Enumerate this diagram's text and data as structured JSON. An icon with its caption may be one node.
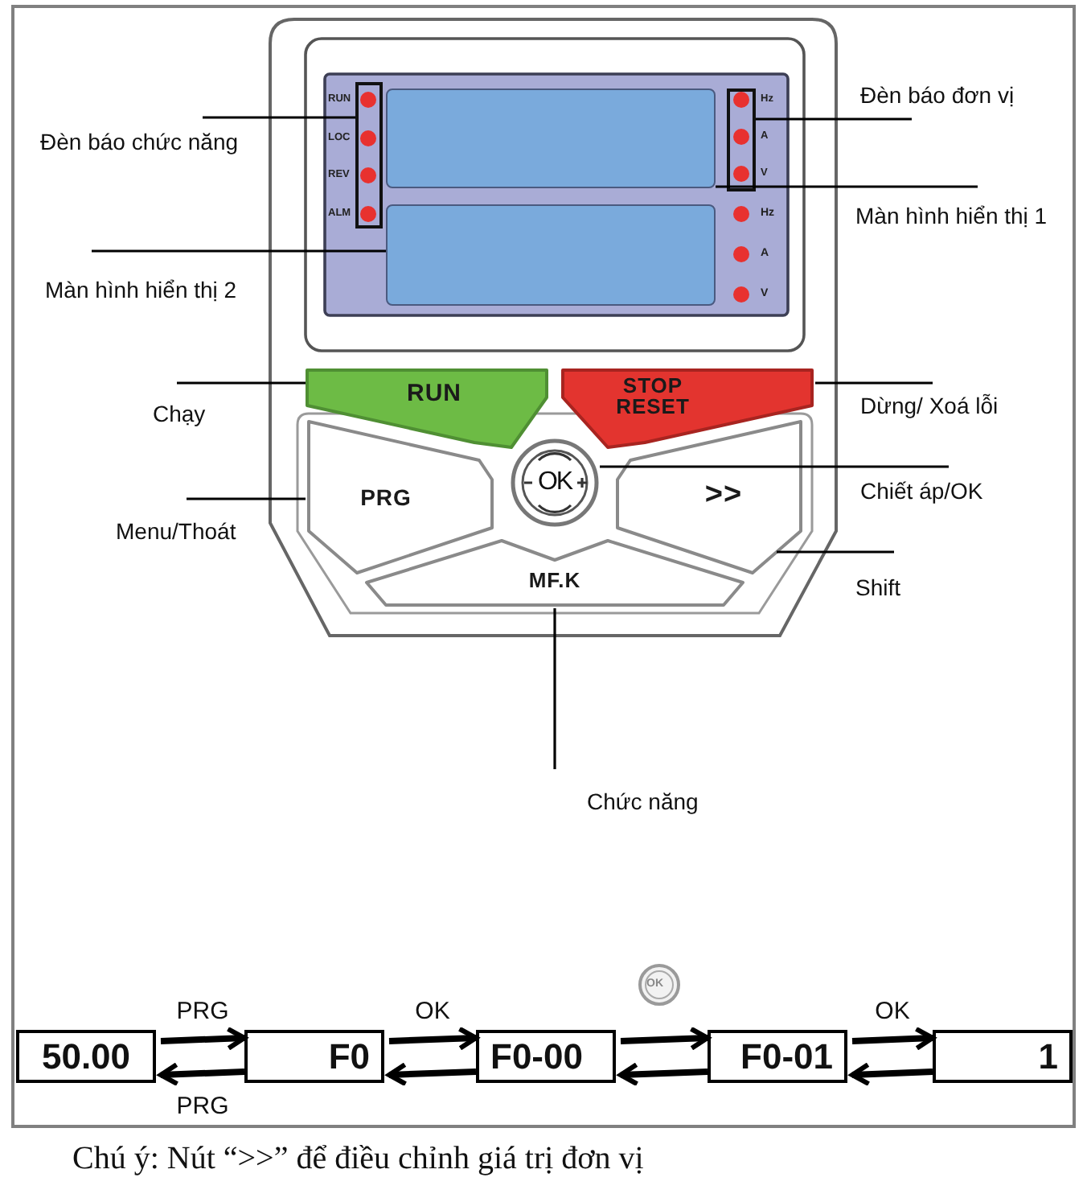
{
  "diagram": {
    "caption": "Chú ý: Nút “>>” để điều chỉnh giá trị đơn vị",
    "nodes": [
      {
        "text": [
          "Đèn báo chức năng"
        ]
      },
      {
        "text": [],
        "shape": "box",
        "beside": [
          "RUN",
          "LOC",
          "REV",
          "ALM"
        ]
      },
      {
        "text": [
          "Đèn báo đơn vị"
        ]
      },
      {
        "text": [],
        "shape": "box",
        "beside": [
          "Hz",
          "A",
          "V"
        ]
      },
      {
        "text": [],
        "shape": "box"
      },
      {
        "text": [
          "Màn hình hiển thị 1"
        ]
      },
      {
        "text": [
          "Màn hình hiển thị 2"
        ]
      },
      {
        "text": [],
        "shape": "box"
      },
      {
        "text": [
          "Chạy"
        ]
      },
      {
        "text": [
          "RUN"
        ]
      },
      {
        "text": [
          "STOP RESET"
        ]
      },
      {
        "text": [
          "Dừng/ Xoá lỗi"
        ]
      },
      {
        "text": [
          "Menu/Thoát"
        ]
      },
      {
        "text": [
          "PRG"
        ]
      },
      {
        "text": [
          "OK"
        ]
      },
      {
        "text": [
          "Chiết áp/OK"
        ]
      },
      {
        "text": [
          ">>"
        ]
      },
      {
        "text": [
          "Shift"
        ]
      },
      {
        "text": [
          "MF.K"
        ]
      },
      {
        "text": [
          "Chức năng"
        ]
      },
      {
        "text": [
          "50.00"
        ]
      },
      {
        "text": [
          "F0"
        ]
      },
      {
        "text": [
          "F0-00"
        ]
      },
      {
        "text": [
          "F0-01"
        ]
      },
      {
        "text": [
          "1"
        ]
      }
    ],
    "edges": [
      {
        "from": 0,
        "to": 1,
        "arrow": "none"
      },
      {
        "from": 2,
        "to": 3,
        "arrow": "none"
      },
      {
        "from": 5,
        "to": 4,
        "arrow": "none"
      },
      {
        "from": 6,
        "to": 7,
        "arrow": "none"
      },
      {
        "from": 8,
        "to": 9,
        "arrow": "none"
      },
      {
        "from": 11,
        "to": 10,
        "arrow": "none"
      },
      {
        "from": 12,
        "to": 13,
        "arrow": "none"
      },
      {
        "from": 15,
        "to": 14,
        "arrow": "none"
      },
      {
        "from": 17,
        "to": 16,
        "arrow": "none"
      },
      {
        "from": 19,
        "to": 18,
        "arrow": "none"
      },
      {
        "from": 20,
        "to": 21,
        "arrow": "to",
        "label": "PRG",
        "style": "thick"
      },
      {
        "from": 21,
        "to": 20,
        "arrow": "to",
        "label": "PRG",
        "style": "thick"
      },
      {
        "from": 21,
        "to": 22,
        "arrow": "to",
        "label": "OK",
        "style": "thick"
      },
      {
        "from": 22,
        "to": 21,
        "arrow": "to",
        "style": "thick"
      },
      {
        "from": 22,
        "to": 23,
        "arrow": "to",
        "style": "thick"
      },
      {
        "from": 23,
        "to": 22,
        "arrow": "to",
        "style": "thick"
      },
      {
        "from": 23,
        "to": 24,
        "arrow": "to",
        "label": "OK",
        "style": "thick"
      },
      {
        "from": 24,
        "to": 23,
        "arrow": "to",
        "style": "thick"
      }
    ],
    "labels": [
      "Hz",
      "A",
      "V",
      "OK"
    ]
  }
}
